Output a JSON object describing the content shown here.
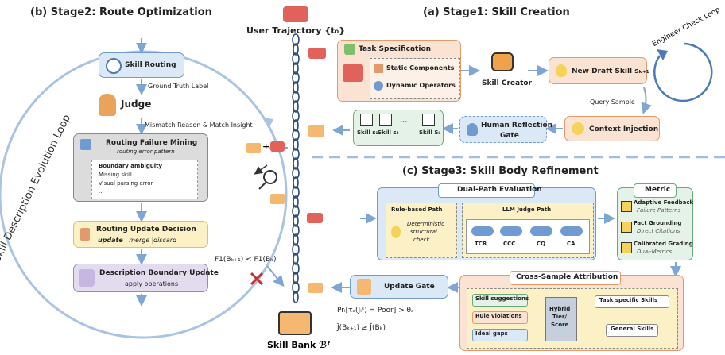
{
  "stage2": {
    "title": "(b) Stage2: Route Optimization",
    "loop_label": "Skill Description Evolution Loop",
    "skill_routing": "Skill Routing",
    "ground_truth": "Ground Truth Label",
    "judge": "Judge",
    "mismatch": "Mismatch Reason & Match Insight",
    "failure_mining": "Routing Failure Mining",
    "failure_sub": "routing error pattern",
    "errors": [
      "Boundary ambiguity",
      "Missing skill",
      "Visual parsing error",
      "..."
    ],
    "update_decision": "Routing Update Decision",
    "update_opts": [
      "update",
      "| merge |",
      "discard"
    ],
    "boundary_update": "Description Boundary Update",
    "apply_ops": "apply operations",
    "cond": "F1(Bₖ₊₁) < F1(Bₖ)"
  },
  "center": {
    "user_traj": "User Trajectory {t₀}",
    "skill_bank": "Skill Bank ℬᶠ"
  },
  "stage1": {
    "title": "(a) Stage1: Skill Creation",
    "task_spec": "Task Specification",
    "static": "Static Components",
    "dynamic": "Dynamic Operators",
    "skill_creator": "Skill Creator",
    "new_draft": "New Draft Skill sₖ₊₁",
    "engineer": "Engineer Check Loop",
    "query_sample": "Query Sample",
    "context_injection": "Context Injection",
    "human_reflection": [
      "Human Reflection",
      "Gate"
    ],
    "skills": [
      "Skill s₁",
      "Skill s₂",
      "...",
      "Skill Sₖ"
    ]
  },
  "stage3": {
    "title": "(c) Stage3: Skill Body Refinement",
    "dual_path": "Dual-Path Evaluation",
    "rule_path": "Rule-based Path",
    "rule_desc": [
      "Deterministic",
      "structural",
      "check"
    ],
    "llm_path": "LLM Judge Path",
    "judges": [
      "TCR",
      "CCC",
      "CQ",
      "CA"
    ],
    "metric": "Metric",
    "metrics": [
      {
        "name": "Adaptive Feedback",
        "sub": "Failure Patterns"
      },
      {
        "name": "Fact Grounding",
        "sub": "Direct Citations"
      },
      {
        "name": "Calibrated Grading",
        "sub": "Dual-Metrics"
      }
    ],
    "cross_sample": "Cross-Sample Attribution",
    "attr_left": [
      "Skill suggestions",
      "Rule violations",
      "Ideal gaps"
    ],
    "hybrid": [
      "Hybrid",
      "Tier/",
      "Score"
    ],
    "attr_right": [
      "Task specific Skills",
      "General Skills"
    ],
    "update_gate": "Update Gate",
    "formula1": "Prᵢ[τₐ(Jᵢˢ) = Poor] > θₐ",
    "formula2": "J̄(Bₖ₊₁) ≥ J̄(Bₖ)"
  },
  "colors": {
    "blue_fill": "#dbe8f6",
    "blue_border": "#6f9bd0",
    "orange_fill": "#fbe3d3",
    "orange_border": "#e39a6b",
    "green_fill": "#e4f2e7",
    "green_border": "#6aa97a",
    "yellow_fill": "#fcf1c6",
    "gray_fill": "#dcdcdc",
    "purple_fill": "#e3dcef",
    "arrow": "#7ea6d4"
  }
}
